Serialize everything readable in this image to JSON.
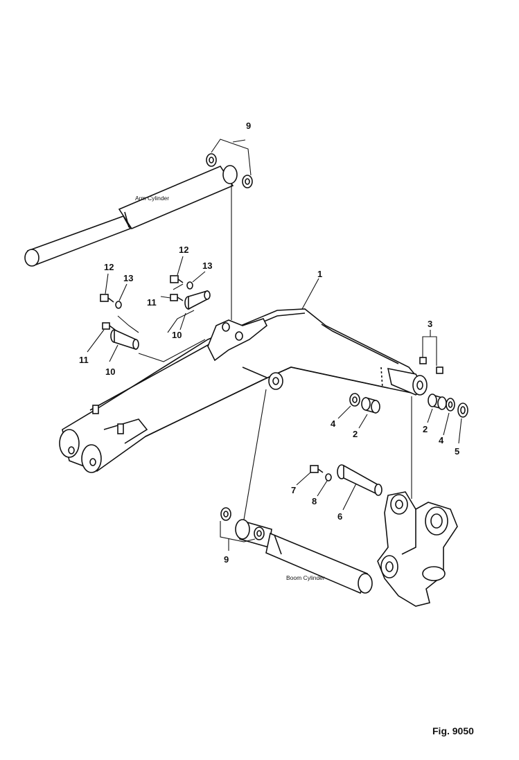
{
  "labels": {
    "arm_cylinder": "Arm Cylinder",
    "boom_cylinder": "Boom Cylinder",
    "figure": "Fig. 9050"
  },
  "callouts": {
    "c1": "1",
    "c2a": "2",
    "c2b": "2",
    "c3": "3",
    "c4a": "4",
    "c4b": "4",
    "c5": "5",
    "c6": "6",
    "c7": "7",
    "c8": "8",
    "c9a": "9",
    "c9b": "9",
    "c10a": "10",
    "c10b": "10",
    "c11a": "11",
    "c11b": "11",
    "c12a": "12",
    "c12b": "12",
    "c13a": "13",
    "c13b": "13"
  }
}
